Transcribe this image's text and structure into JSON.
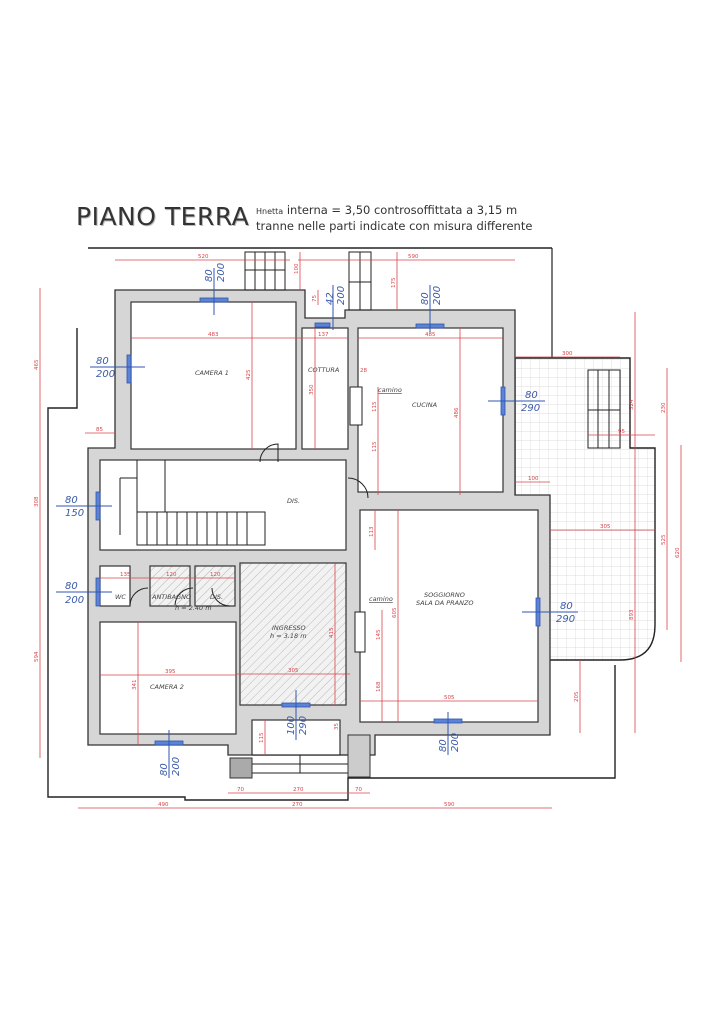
{
  "plan": {
    "title": "PIANO TERRA",
    "subtitle_prefix": "Hnetta",
    "subtitle_line1": "interna = 3,50 controsoffittata a 3,15 m",
    "subtitle_line2": "tranne nelle parti indicate con misura differente"
  },
  "rooms": {
    "camera1": "CAMERA 1",
    "cottura": "COTTURA",
    "cucina": "CUCINA",
    "camino_cucina": "camino",
    "dis": "DIS.",
    "wc": "WC",
    "antibagno": "ANTIBAGNO",
    "antibagno_h": "h = 2.40 m",
    "dis2": "DIS.",
    "ingresso": "INGRESSO",
    "ingresso_h": "h = 3.18 m",
    "camino_soggiorno": "camino",
    "soggiorno1": "SOGGIORNO",
    "soggiorno2": "SALA DA PRANZO",
    "camera2": "CAMERA 2"
  },
  "windows": [
    {
      "id": "w-camera1-top",
      "width": "80",
      "height": "200"
    },
    {
      "id": "w-camera1-left",
      "width": "80",
      "height": "200"
    },
    {
      "id": "w-cottura",
      "width": "42",
      "height": "200"
    },
    {
      "id": "w-cucina-top",
      "width": "80",
      "height": "200"
    },
    {
      "id": "w-cucina-right",
      "width": "80",
      "height": "290"
    },
    {
      "id": "w-stair",
      "width": "80",
      "height": "150"
    },
    {
      "id": "w-wc",
      "width": "80",
      "height": "200"
    },
    {
      "id": "w-soggiorno-right",
      "width": "80",
      "height": "290"
    },
    {
      "id": "w-ingresso",
      "width": "100",
      "height": "290"
    },
    {
      "id": "w-soggiorno-bottom",
      "width": "80",
      "height": "200"
    },
    {
      "id": "w-camera2",
      "width": "80",
      "height": "200"
    }
  ],
  "dimensions": {
    "top_520": "520",
    "top_100": "100",
    "top_75": "75",
    "top_175": "175",
    "top_590": "590",
    "camera1_width": "483",
    "cottura_137": "137",
    "cucina_width": "485",
    "camera1_height": "425",
    "cottura_height": "350",
    "cottura_28": "28",
    "cucina_115a": "115",
    "cucina_115b": "115",
    "cucina_height": "486",
    "left_85": "85",
    "terrace_300": "300",
    "terrace_95": "95",
    "terrace_100": "100",
    "terrace_305": "305",
    "right_524": "524",
    "right_230": "230",
    "right_525": "525",
    "right_620": "620",
    "right_893": "893",
    "right_205": "205",
    "dis_113": "113",
    "left_465": "465",
    "left_308": "308",
    "left_594": "594",
    "wc_135": "135",
    "anti_120": "120",
    "dis_120": "120",
    "ingresso_height": "415",
    "ingresso_width": "305",
    "soggiorno_height": "605",
    "soggiorno_145": "145",
    "soggiorno_168": "168",
    "soggiorno_width": "505",
    "camera2_width": "395",
    "camera2_height": "341",
    "entry_115": "115",
    "entry_35": "35",
    "step_70a": "70",
    "step_270": "270",
    "step_70b": "70",
    "bottom_490": "490",
    "bottom_270": "270",
    "bottom_590": "590"
  }
}
